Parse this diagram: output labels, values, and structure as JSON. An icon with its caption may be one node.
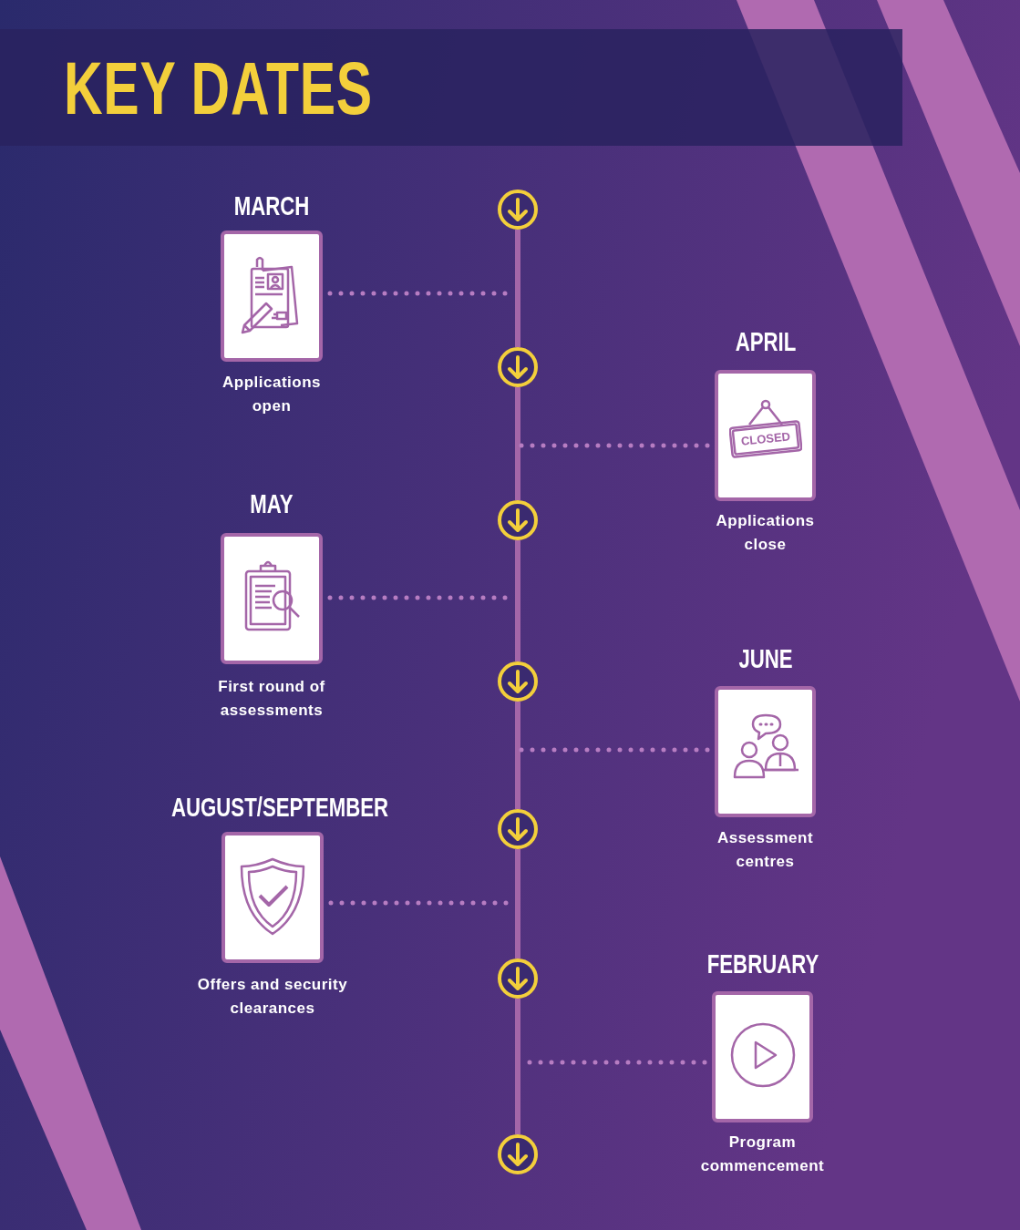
{
  "diagram": {
    "title": "KEY DATES",
    "nodes": [
      {
        "text": [
          "MARCH"
        ],
        "beside": [
          "Applications open"
        ]
      },
      {
        "text": [
          "APRIL"
        ],
        "beside": [
          "Applications close"
        ]
      },
      {
        "text": [
          "MAY"
        ],
        "beside": [
          "First round of assessments"
        ]
      },
      {
        "text": [
          "JUNE"
        ],
        "beside": [
          "Assessment centres"
        ]
      },
      {
        "text": [
          "AUGUST/SEPTEMBER"
        ],
        "beside": [
          "Offers and security clearances"
        ]
      },
      {
        "text": [
          "FEBRUARY"
        ],
        "beside": [
          "Program commencement"
        ]
      }
    ],
    "edges": [
      {
        "from": 0,
        "to": null,
        "arrow": "none",
        "style": "dashed"
      },
      {
        "from": 1,
        "to": null,
        "arrow": "none",
        "style": "dashed"
      },
      {
        "from": 2,
        "to": null,
        "arrow": "none",
        "style": "dashed"
      },
      {
        "from": 3,
        "to": null,
        "arrow": "none",
        "style": "dashed"
      },
      {
        "from": 4,
        "to": null,
        "arrow": "none",
        "style": "dashed"
      },
      {
        "from": 5,
        "to": null,
        "arrow": "none",
        "style": "dashed"
      }
    ],
    "labels": [
      "CLOSED"
    ]
  }
}
